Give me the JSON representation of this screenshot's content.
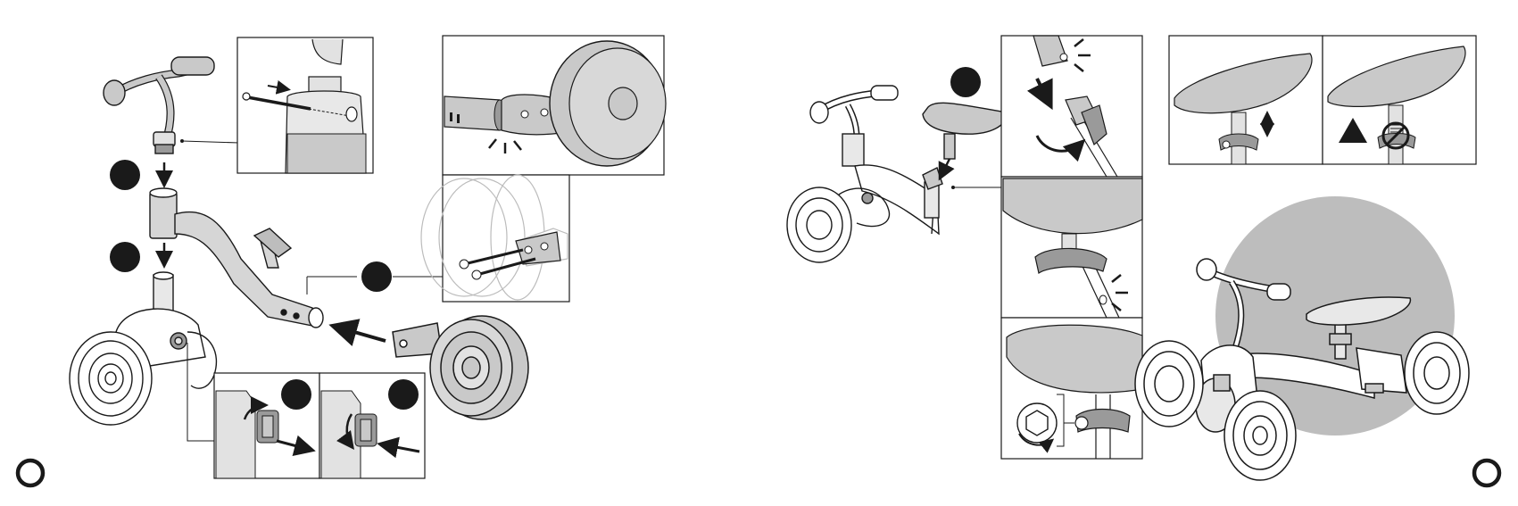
{
  "document": {
    "kind": "assembly-instructions",
    "pages": [
      {
        "side": "left",
        "step_markers": 5,
        "detail_panels": [
          "axle-pin-insertion",
          "wheel-hub-closeup",
          "bolt-insertion",
          "knob-loosen",
          "knob-tighten"
        ],
        "page_corner_mark": "ring"
      },
      {
        "side": "right",
        "step_markers": 1,
        "detail_panels": [
          "seat-post-insertion",
          "clamp-click",
          "clamp-hex-tighten",
          "seat-height-ok",
          "seat-height-warning",
          "assembled-bike"
        ],
        "page_corner_mark": "ring"
      }
    ]
  },
  "icons": {
    "step_marker": "black-filled-circle",
    "page_mark": "ring-icon",
    "warning": "warning-triangle-icon",
    "prohibited": "no-entry-icon",
    "rotate": "rotate-arrow-icon",
    "height_adjust": "double-arrow-icon"
  },
  "colors": {
    "ink": "#1a1a1a",
    "part_gray": "#c9c9c9",
    "part_light": "#e2e2e2",
    "highlight_circle": "#bdbdbd",
    "faded_line": "#bcbcbc",
    "paper": "#ffffff"
  }
}
